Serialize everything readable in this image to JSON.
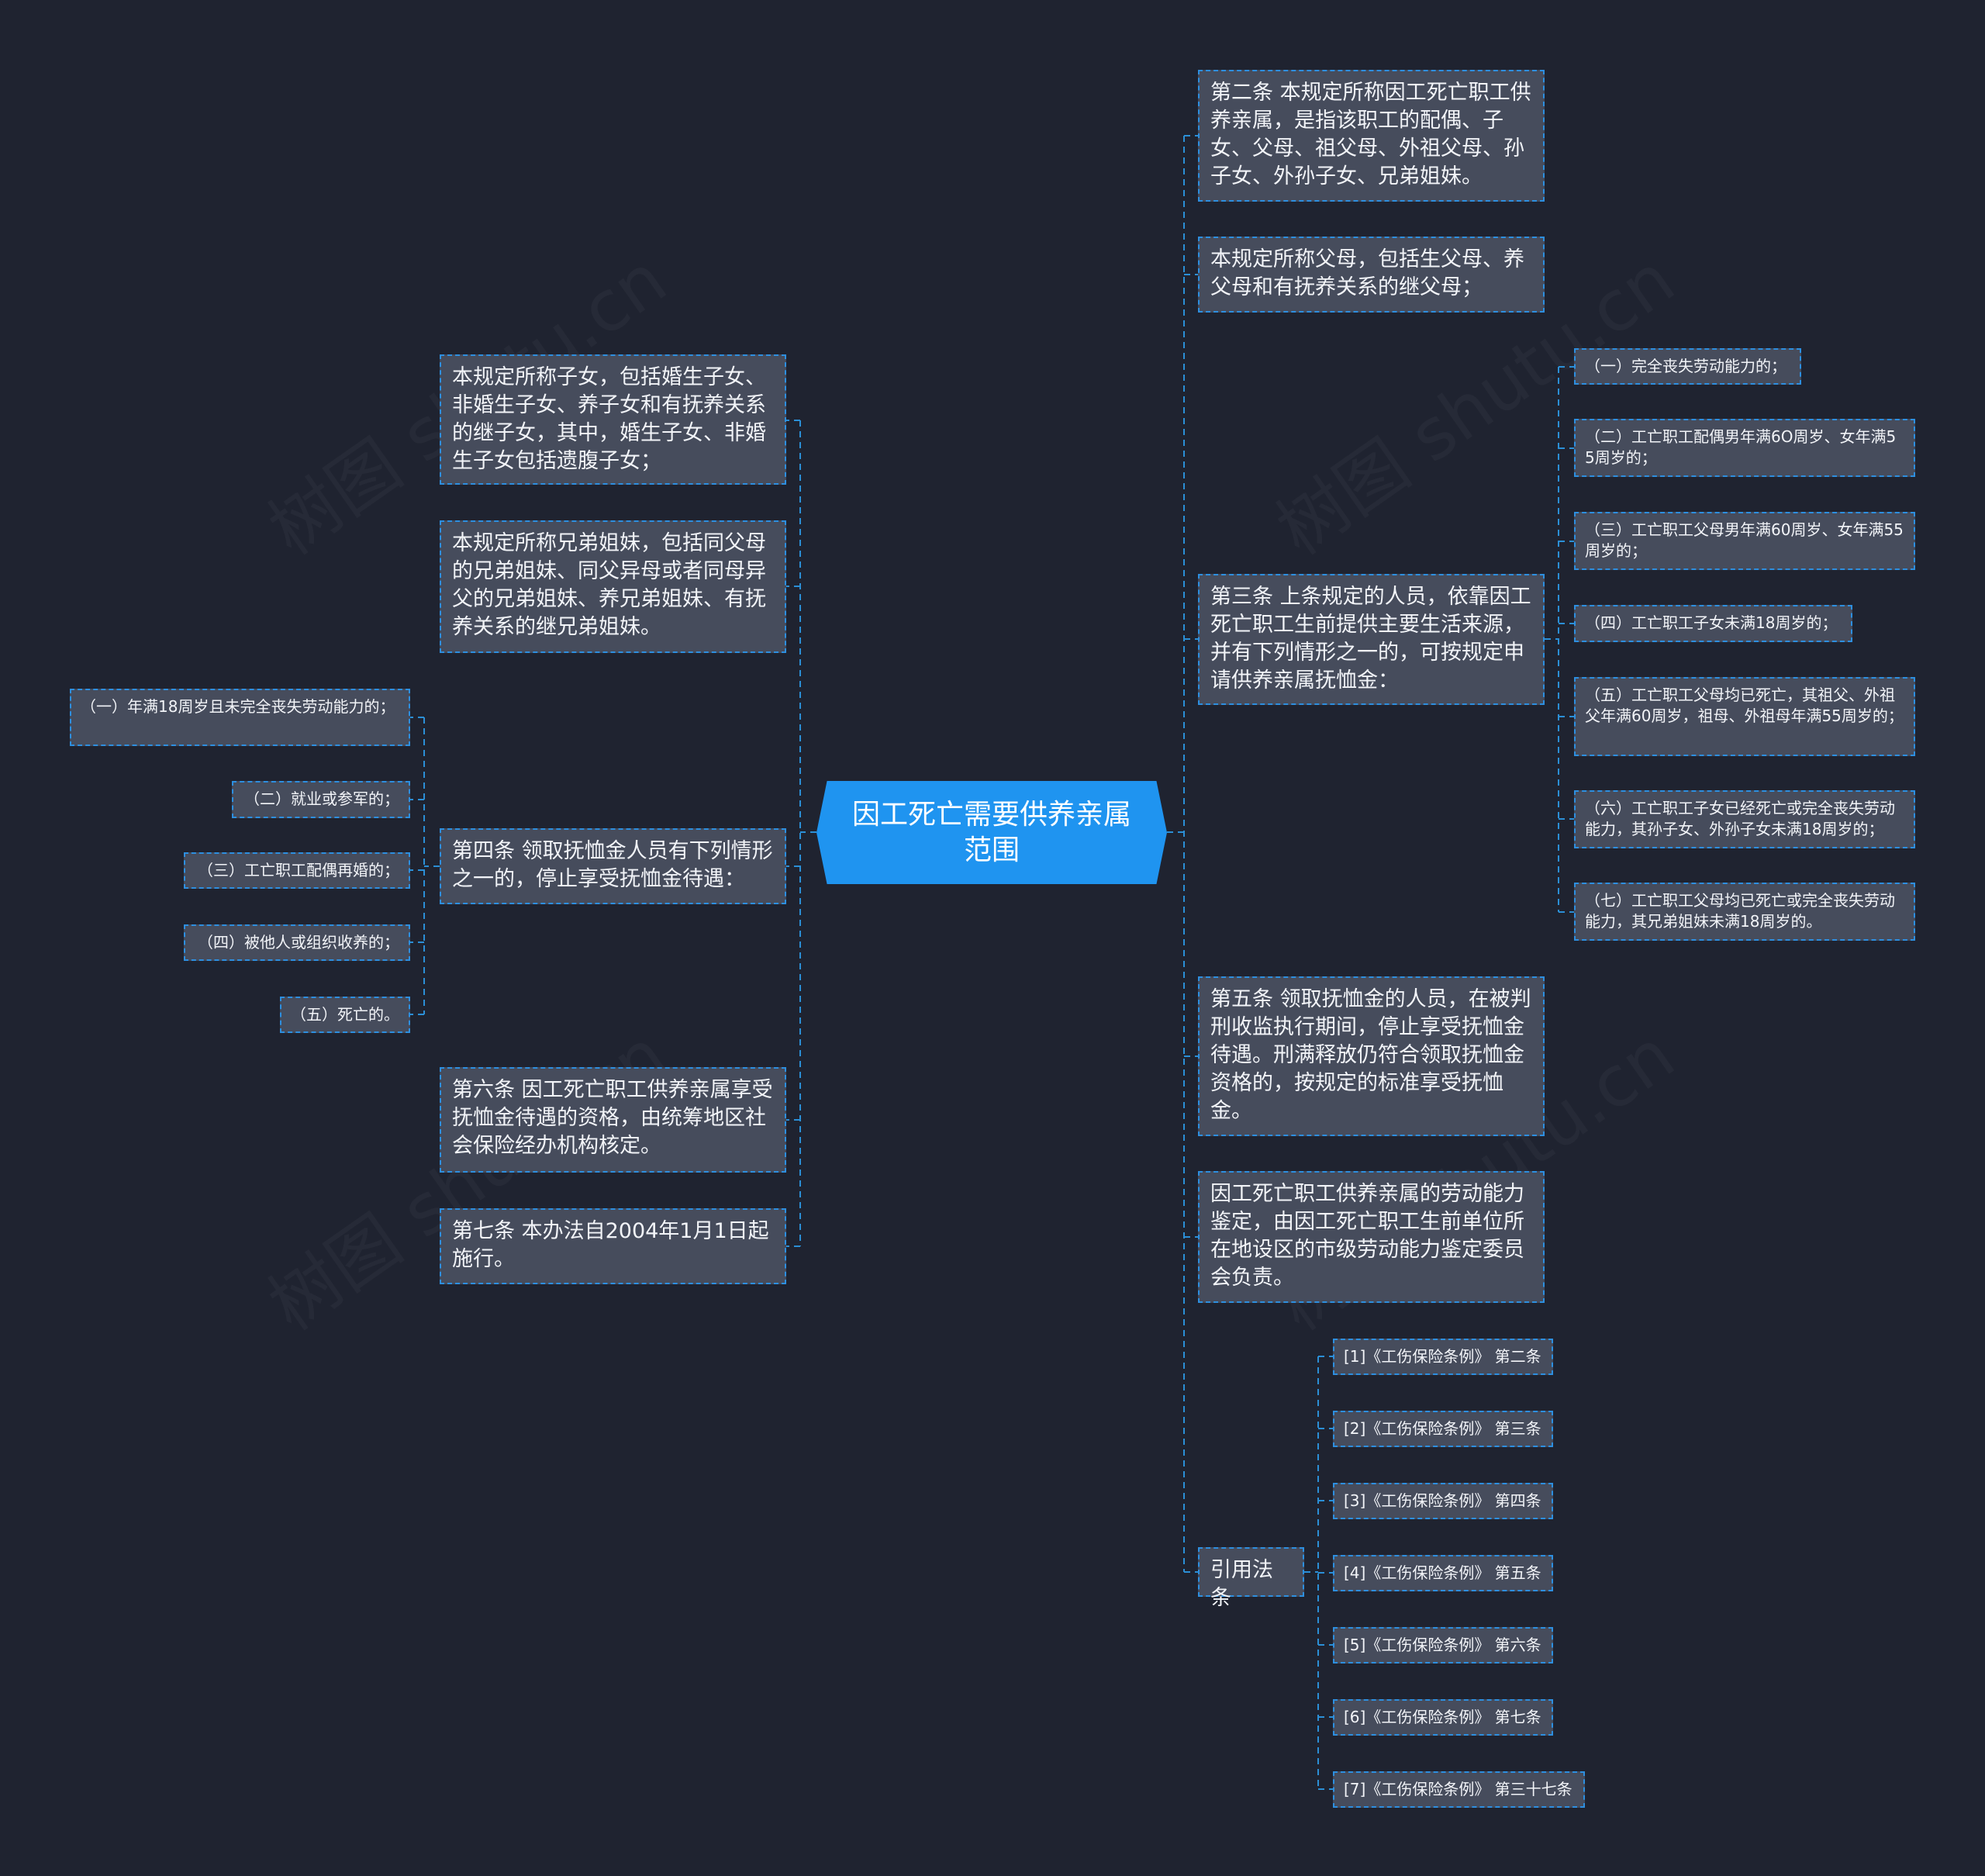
{
  "root": "因工死亡需要供养亲属范围",
  "left": [
    "本规定所称子女，包括婚生子女、非婚生子女、养子女和有抚养关系的继子女，其中，婚生子女、非婚生子女包括遗腹子女；",
    "本规定所称兄弟姐妹，包括同父母的兄弟姐妹、同父异母或者同母异父的兄弟姐妹、养兄弟姐妹、有抚养关系的继兄弟姐妹。",
    "第四条 领取抚恤金人员有下列情形之一的，停止享受抚恤金待遇：",
    "第六条 因工死亡职工供养亲属享受抚恤金待遇的资格，由统筹地区社会保险经办机构核定。",
    "第七条 本办法自2004年1月1日起施行。"
  ],
  "left_sub": [
    "（一）年满18周岁且未完全丧失劳动能力的；",
    "（二）就业或参军的；",
    "（三）工亡职工配偶再婚的；",
    "（四）被他人或组织收养的；",
    "（五）死亡的。"
  ],
  "right": [
    "第二条 本规定所称因工死亡职工供养亲属，是指该职工的配偶、子女、父母、祖父母、外祖父母、孙子女、外孙子女、兄弟姐妹。",
    "本规定所称父母，包括生父母、养父母和有抚养关系的继父母；",
    "第三条 上条规定的人员，依靠因工死亡职工生前提供主要生活来源，并有下列情形之一的，可按规定申请供养亲属抚恤金：",
    "第五条 领取抚恤金的人员，在被判刑收监执行期间，停止享受抚恤金待遇。刑满释放仍符合领取抚恤金资格的，按规定的标准享受抚恤金。",
    "因工死亡职工供养亲属的劳动能力鉴定，由因工死亡职工生前单位所在地设区的市级劳动能力鉴定委员会负责。",
    "引用法条"
  ],
  "right_sub": [
    "（一）完全丧失劳动能力的；",
    "（二）工亡职工配偶男年满6O周岁、女年满55周岁的；",
    "（三）工亡职工父母男年满60周岁、女年满55周岁的；",
    "（四）工亡职工子女未满18周岁的；",
    "（五）工亡职工父母均已死亡，其祖父、外祖父年满60周岁，祖母、外祖母年满55周岁的；",
    "（六）工亡职工子女已经死亡或完全丧失劳动能力，其孙子女、外孙子女未满18周岁的；",
    "（七）工亡职工父母均已死亡或完全丧失劳动能力，其兄弟姐妹未满18周岁的。"
  ],
  "refs": [
    "[1]《工伤保险条例》 第二条",
    "[2]《工伤保险条例》 第三条",
    "[3]《工伤保险条例》 第四条",
    "[4]《工伤保险条例》 第五条",
    "[5]《工伤保险条例》 第六条",
    "[6]《工伤保险条例》 第七条",
    "[7]《工伤保险条例》 第三十七条"
  ],
  "watermark": "树图 shutu.cn"
}
